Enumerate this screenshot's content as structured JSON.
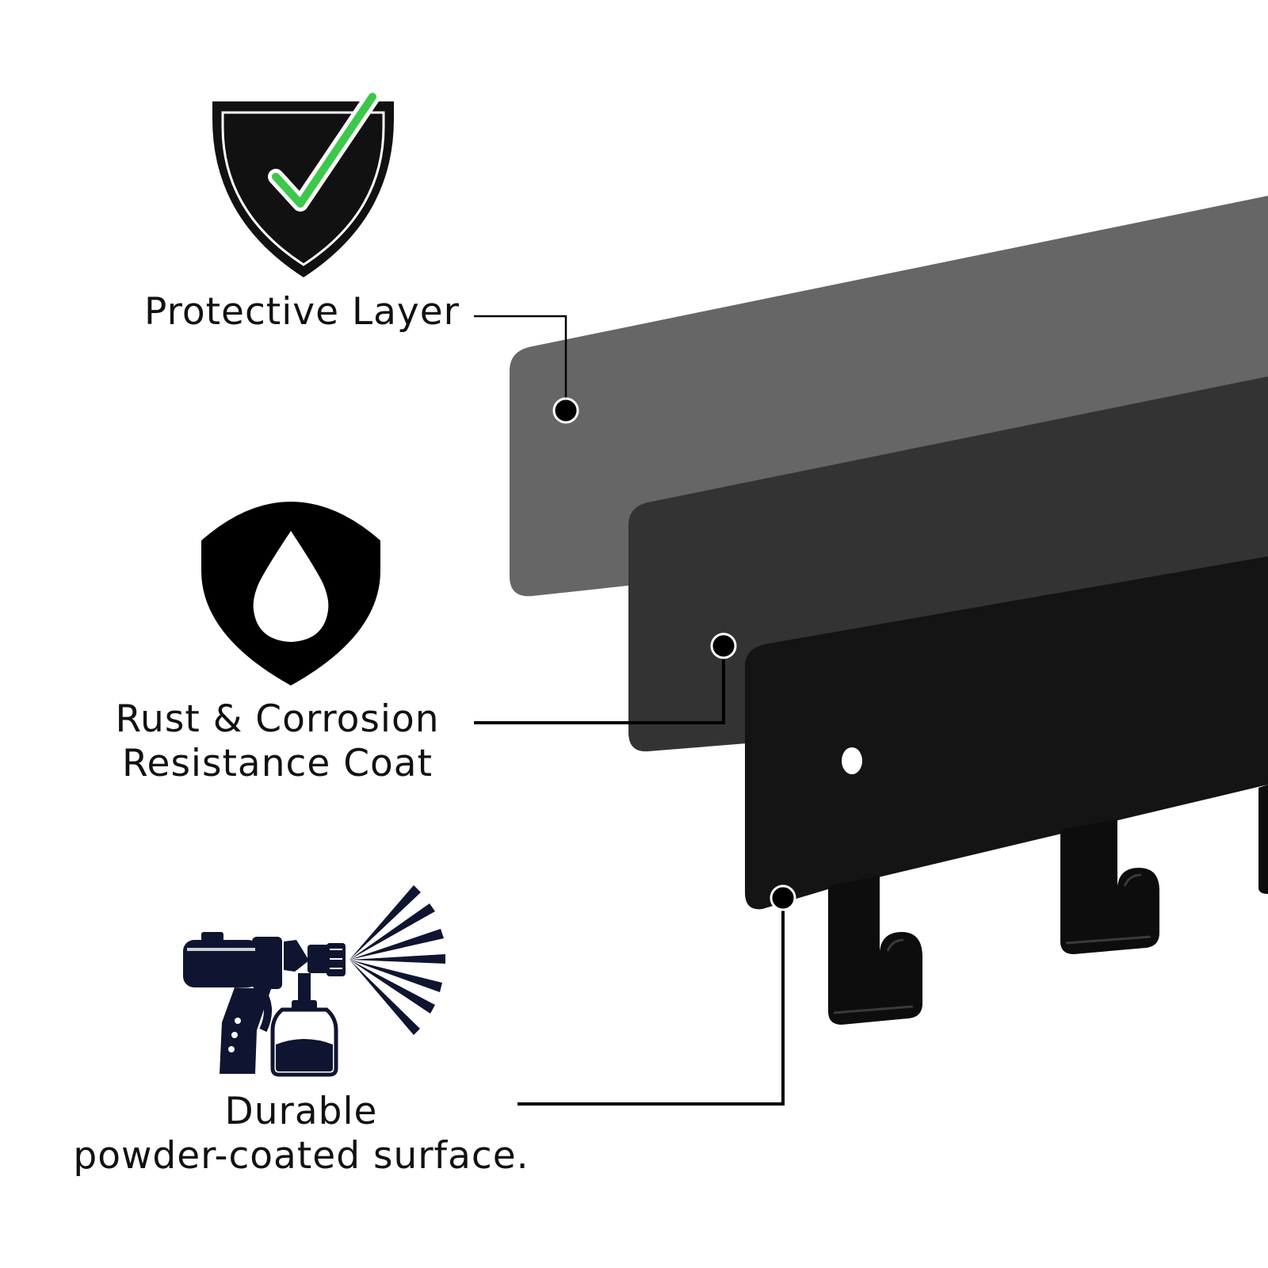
{
  "labels": {
    "protective_layer": "Protective Layer",
    "rust_line1": "Rust & Corrosion",
    "rust_line2": "Resistance Coat",
    "durable_line1": "Durable",
    "durable_line2": "powder-coated surface."
  },
  "icons": {
    "protective": "shield-check-icon",
    "rust": "shield-drop-icon",
    "durable": "spray-gun-icon"
  },
  "colors": {
    "layer_top": "#666666",
    "layer_middle": "#333333",
    "layer_bottom": "#141414",
    "check_green": "#3cc84a",
    "spray_navy": "#0f1530",
    "text": "#111111"
  }
}
